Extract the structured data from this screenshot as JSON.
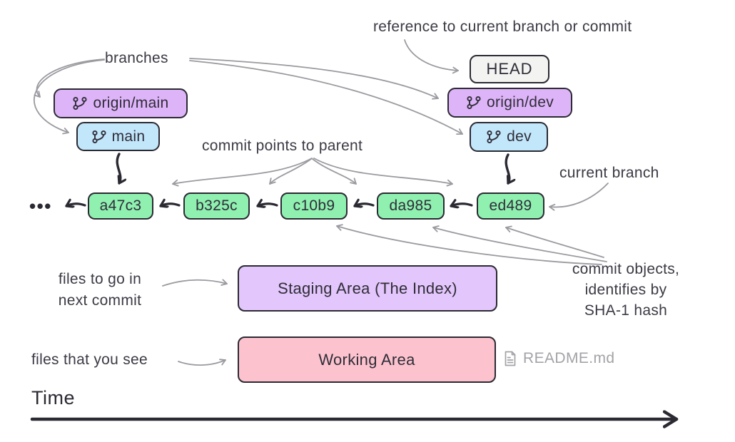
{
  "palette": {
    "commit_green": "#8ff0b0",
    "branch_purple": "#deb4f8",
    "branch_blue": "#c2e6fa",
    "staging_purple": "#e3c6fb",
    "working_pink": "#fcc3ce",
    "head_gray": "#f3f3f1",
    "outline_dark": "#2b2a33",
    "arrow_gray": "#9a9aa0",
    "text_dark": "#3c3a44",
    "muted_gray": "#a3a3a8"
  },
  "labels": {
    "reference": "reference to current branch or commit",
    "branches": "branches",
    "commit_points_to_parent": "commit points to parent",
    "current_branch": "current branch",
    "commit_objects": [
      "commit objects,",
      "identifies by",
      "SHA-1 hash"
    ],
    "files_next_commit": [
      "files to go in",
      "next commit"
    ],
    "files_you_see": "files that you see",
    "time": "Time"
  },
  "refs": {
    "head": "HEAD",
    "origin_main": "origin/main",
    "main": "main",
    "origin_dev": "origin/dev",
    "dev": "dev"
  },
  "commits": [
    "a47c3",
    "b325c",
    "c10b9",
    "da985",
    "ed489"
  ],
  "ellipsis": "•••",
  "areas": {
    "staging": "Staging Area (The Index)",
    "working": "Working Area"
  },
  "file": {
    "name": "README.md"
  },
  "icons": {
    "branch": "git-branch-icon",
    "file": "document-icon"
  }
}
